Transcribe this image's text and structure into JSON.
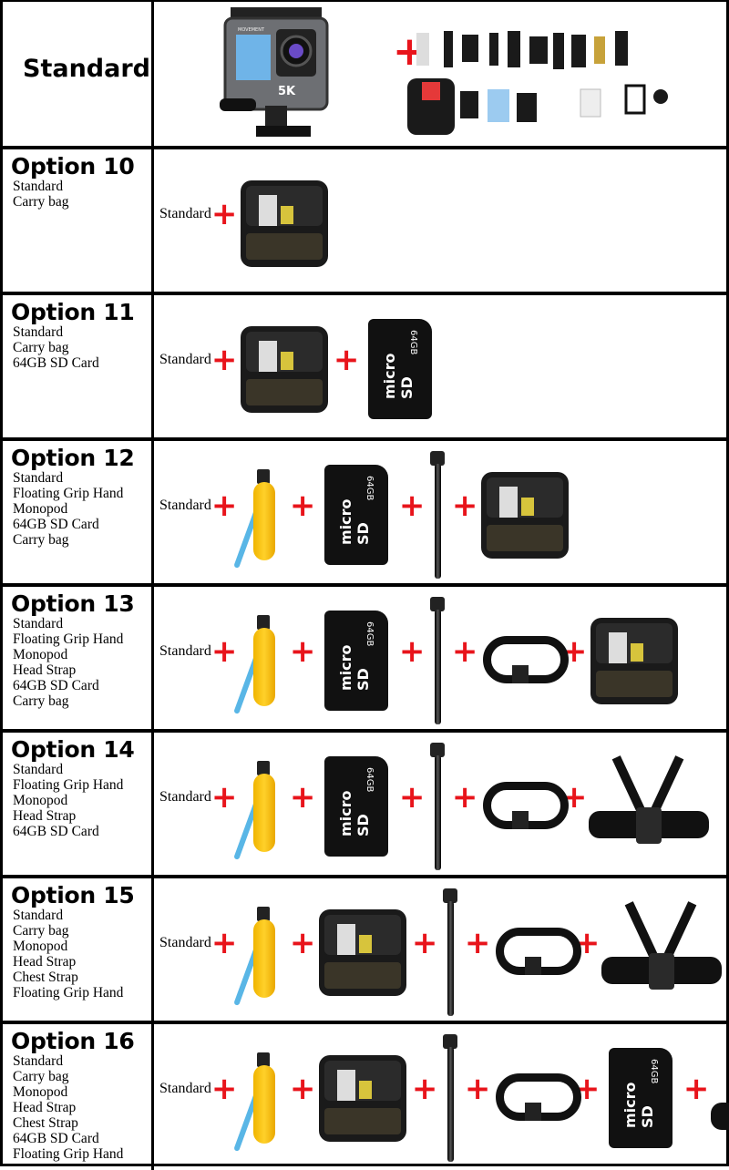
{
  "standard": {
    "title": "Standard",
    "camera_badge": "5K",
    "camera_brand": "MOVEMENT",
    "contents": [
      "camera",
      "remote",
      "accessories"
    ]
  },
  "colors": {
    "plus": "#e8141b",
    "grip": "#ffd12a",
    "strap": "#59b6e6"
  },
  "sd_card": {
    "brand": "micro SD",
    "capacity": "64GB"
  },
  "options": [
    {
      "title": "Option 10",
      "items": [
        "Standard",
        "Carry bag"
      ],
      "label": "Standard",
      "visual": [
        "bag"
      ]
    },
    {
      "title": "Option 11",
      "items": [
        "Standard",
        "Carry bag",
        "64GB SD Card"
      ],
      "label": "Standard",
      "visual": [
        "bag",
        "sd"
      ]
    },
    {
      "title": "Option 12",
      "items": [
        "Standard",
        "Floating Grip Hand",
        "Monopod",
        "64GB SD Card",
        "Carry bag"
      ],
      "label": "Standard",
      "visual": [
        "grip",
        "sd",
        "mono",
        "bag"
      ]
    },
    {
      "title": "Option 13",
      "items": [
        "Standard",
        "Floating Grip Hand",
        "Monopod",
        "Head Strap",
        "64GB SD Card",
        "Carry bag"
      ],
      "label": "Standard",
      "visual": [
        "grip",
        "sd",
        "mono",
        "head",
        "bag"
      ]
    },
    {
      "title": "Option 14",
      "items": [
        "Standard",
        "Floating Grip Hand",
        "Monopod",
        "Head Strap",
        "64GB SD Card"
      ],
      "label": "Standard",
      "visual": [
        "grip",
        "sd",
        "mono",
        "head",
        "chest"
      ]
    },
    {
      "title": "Option 15",
      "items": [
        "Standard",
        "Carry bag",
        "Monopod",
        "Head Strap",
        "Chest Strap",
        "Floating Grip Hand"
      ],
      "label": "Standard",
      "visual": [
        "grip",
        "bag",
        "mono",
        "head",
        "chest"
      ]
    },
    {
      "title": "Option 16",
      "items": [
        "Standard",
        "Carry bag",
        "Monopod",
        "Head Strap",
        "Chest Strap",
        "64GB SD Card",
        "Floating Grip Hand"
      ],
      "label": "Standard",
      "visual": [
        "grip",
        "bag",
        "mono",
        "head",
        "sd",
        "chest"
      ]
    }
  ],
  "plus_sign": "+"
}
